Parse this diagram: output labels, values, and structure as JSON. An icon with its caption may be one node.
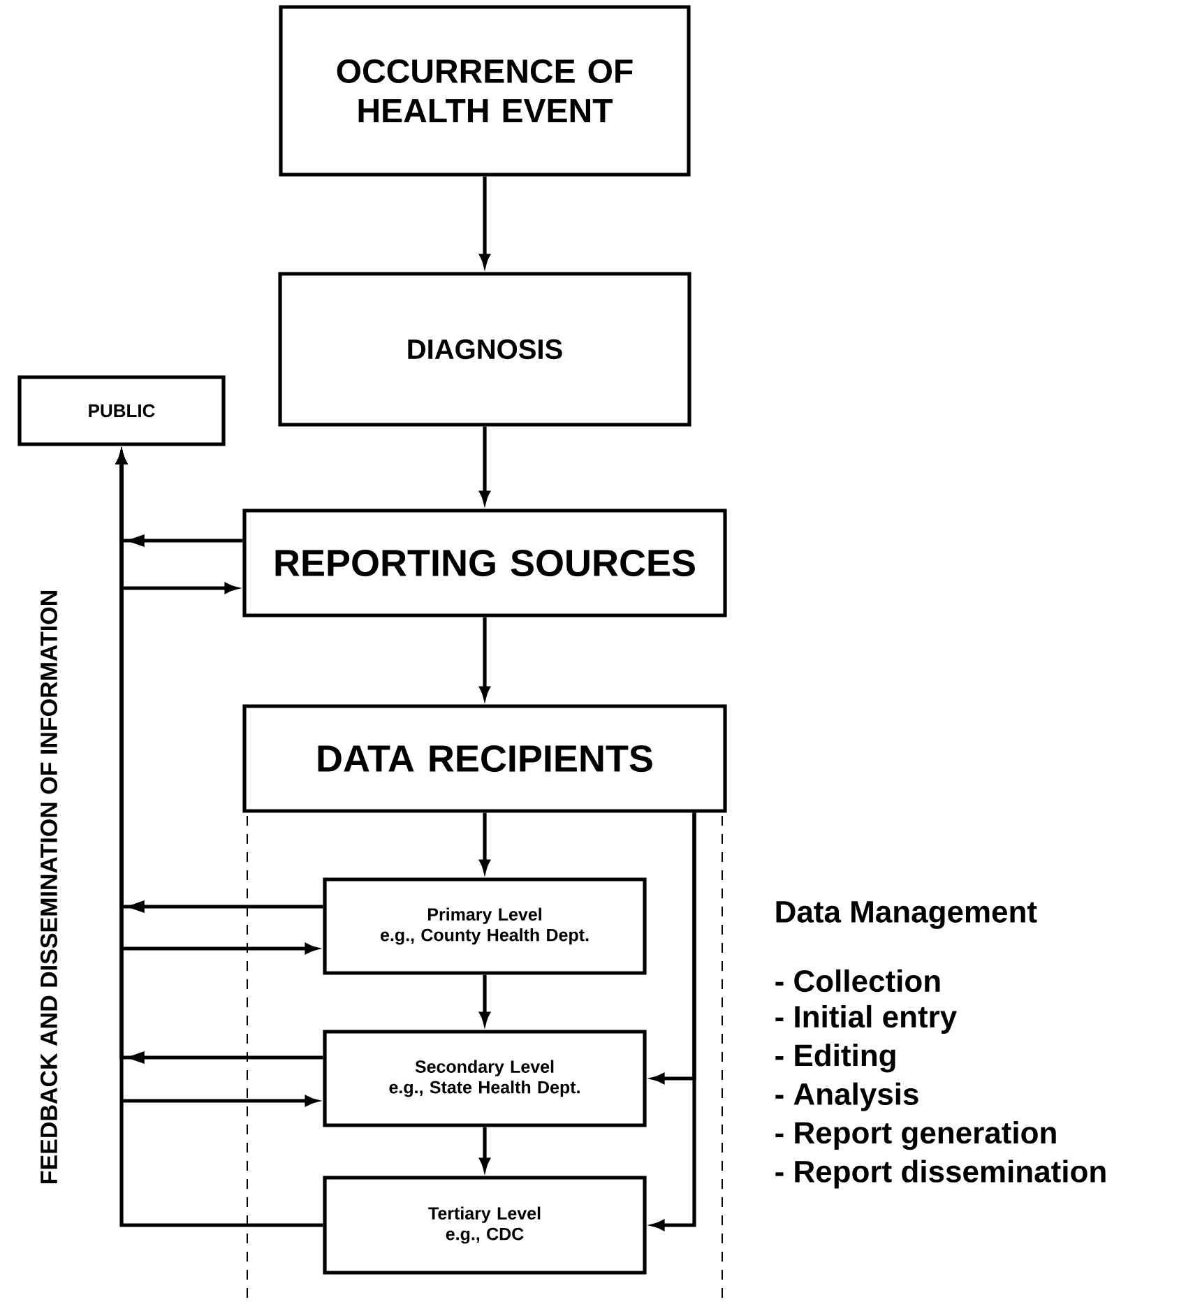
{
  "diagram": {
    "nodes": [
      {
        "text": [
          "OCCURRENCE OF HEALTH EVENT"
        ]
      },
      {
        "text": [
          "DIAGNOSIS"
        ]
      },
      {
        "text": [
          "PUBLIC"
        ]
      },
      {
        "text": [
          "REPORTING SOURCES"
        ]
      },
      {
        "text": [
          "DATA RECIPIENTS"
        ]
      },
      {
        "text": [
          "Primary Level",
          "e.g., County Health Dept."
        ]
      },
      {
        "text": [
          "Secondary Level",
          "e.g., State Health Dept."
        ]
      },
      {
        "text": [
          "Tertiary Level",
          "e.g., CDC"
        ]
      }
    ],
    "edges": [
      {
        "from": 0,
        "to": 1,
        "arrow": "to"
      },
      {
        "from": 1,
        "to": 3,
        "arrow": "to"
      },
      {
        "from": 3,
        "to": 4,
        "arrow": "to"
      },
      {
        "from": 4,
        "to": 5,
        "arrow": "to"
      },
      {
        "from": 5,
        "to": 6,
        "arrow": "to"
      },
      {
        "from": 6,
        "to": 7,
        "arrow": "to"
      },
      {
        "from": 3,
        "to": 2,
        "arrow": "to"
      },
      {
        "from": null,
        "to": 3,
        "arrow": "to"
      },
      {
        "from": 5,
        "to": 2,
        "arrow": "to"
      },
      {
        "from": null,
        "to": 5,
        "arrow": "to"
      },
      {
        "from": 6,
        "to": 2,
        "arrow": "to"
      },
      {
        "from": null,
        "to": 6,
        "arrow": "to"
      },
      {
        "from": 7,
        "to": 2,
        "arrow": "to"
      },
      {
        "from": 4,
        "to": 6,
        "arrow": "to"
      },
      {
        "from": 4,
        "to": 7,
        "arrow": "to"
      }
    ],
    "labels": [
      "FEEDBACK AND DISSEMINATION OF INFORMATION",
      "Data Management",
      "- Collection",
      "- Initial entry",
      "- Editing",
      "- Analysis",
      "- Report generation",
      "- Report dissemination"
    ]
  }
}
